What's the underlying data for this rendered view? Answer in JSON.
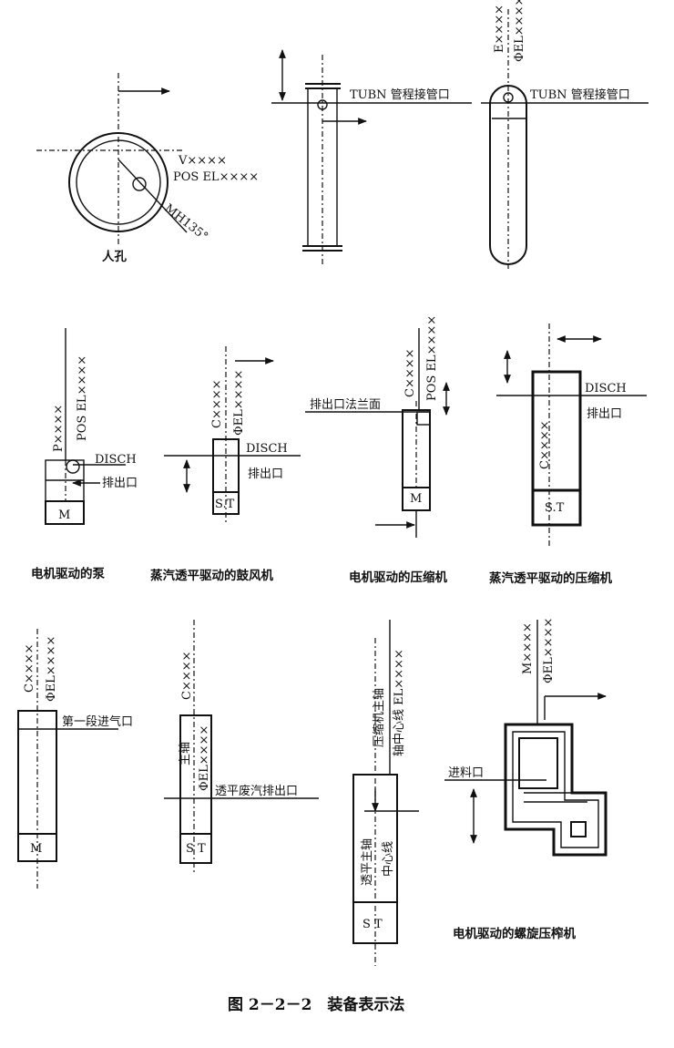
{
  "manhole": {
    "note_v": "V××××",
    "note_pos": "POS EL××××",
    "note_mh": "MH135°",
    "caption": "人孔"
  },
  "vessel_a": {
    "label": "TUBN 管程接管口"
  },
  "vessel_b": {
    "top_label": "E××××",
    "top_label2": "ΦEL××××",
    "label": "TUBN 管程接管口"
  },
  "pump": {
    "top1": "P××××",
    "top2": "POS EL××××",
    "disch": "DISCH",
    "outlet": "排出口",
    "motor": "M",
    "caption": "电机驱动的泵"
  },
  "blower": {
    "top1": "C××××",
    "top2": "ΦEL××××",
    "disch": "DISCH",
    "outlet": "排出口",
    "drive": "S.T",
    "caption": "蒸汽透平驱动的鼓风机"
  },
  "compressor_m": {
    "top1": "C××××",
    "top2": "POS EL××××",
    "flange": "排出口法兰面",
    "motor": "M",
    "caption": "电机驱动的压缩机"
  },
  "compressor_st": {
    "disch": "DISCH",
    "outlet": "排出口",
    "body": "C××××",
    "drive": "S.T",
    "caption": "蒸汽透平驱动的压缩机"
  },
  "row3_a": {
    "top1": "C××××",
    "top2": "ΦEL××××",
    "inlet": "第一段进气口",
    "motor": "M"
  },
  "row3_b": {
    "top1": "C××××",
    "inner1": "主轴",
    "inner2": "ΦEL××××",
    "exhaust": "透平废汽排出口",
    "drive": "S T"
  },
  "row3_c": {
    "top1": "压缩机主轴",
    "top2": "轴中心线 EL××××",
    "inner1": "透平主轴",
    "inner2": "中心线",
    "drive": "S T"
  },
  "screw": {
    "top1": "M××××",
    "top2": "ΦEL××××",
    "inlet": "进料口",
    "caption": "电机驱动的螺旋压榨机"
  },
  "figure_caption": "图 2－2－2　装备表示法"
}
